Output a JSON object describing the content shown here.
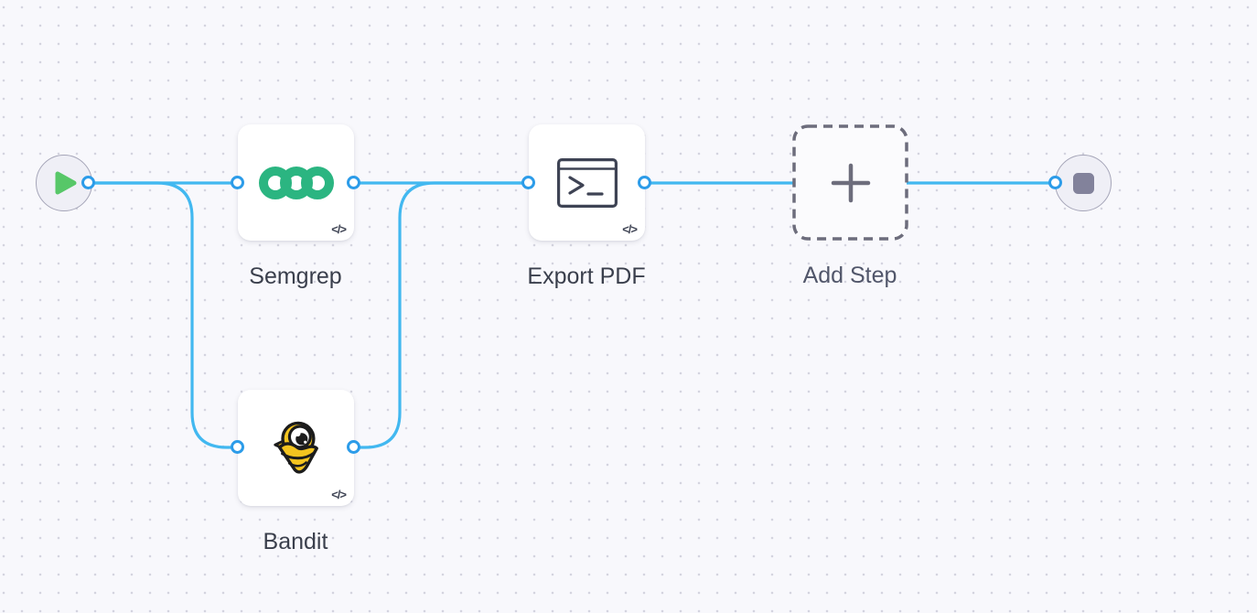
{
  "canvas": {
    "colors": {
      "background": "#f8f8fc",
      "dot": "#d4d4df",
      "edge": "#42b8f0",
      "port_ring": "#2c9ce9",
      "node_bg": "#ffffff",
      "label": "#3a3f4c",
      "muted_label": "#51566a",
      "endpoint_bg": "#efeff6",
      "endpoint_border": "#a5a5b8",
      "play": "#57c768",
      "stop": "#82829b",
      "semgrep_green": "#2bb581",
      "dashed_border": "#6d6d7c",
      "terminal_outline": "#3e4354",
      "bandit_yellow": "#f4c41f",
      "bandit_outline": "#1c1c1c"
    }
  },
  "nodes": {
    "start": {
      "icon": "play-icon"
    },
    "semgrep": {
      "label": "Semgrep",
      "icon": "semgrep-rings-logo",
      "code_badge": "</>"
    },
    "bandit": {
      "label": "Bandit",
      "icon": "bandit-mascot-logo",
      "code_badge": "</>"
    },
    "export_pdf": {
      "label": "Export PDF",
      "icon": "terminal-window-icon",
      "code_badge": "</>"
    },
    "add_step": {
      "label": "Add Step",
      "icon": "plus-icon"
    },
    "end": {
      "icon": "stop-icon"
    }
  }
}
